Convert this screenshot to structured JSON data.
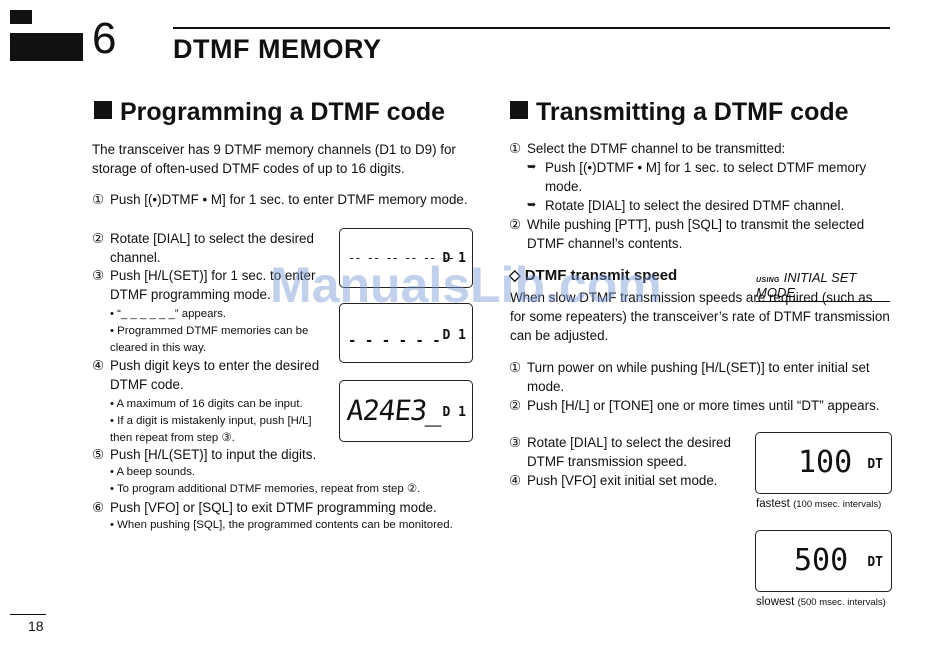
{
  "header": {
    "chapter_number": "6",
    "chapter_title": "DTMF MEMORY"
  },
  "left": {
    "title": "Programming a DTMF code",
    "intro": "The transceiver has 9 DTMF memory channels (D1 to D9) for storage of often-used DTMF codes of up to 16 digits.",
    "steps": [
      {
        "num": "①",
        "text": "Push [(•)DTMF • M] for 1 sec. to enter DTMF memory mode."
      },
      {
        "num": "②",
        "text": "Rotate [DIAL] to select the desired channel."
      },
      {
        "num": "③",
        "text": "Push [H/L(SET)] for 1 sec. to enter DTMF programming mode.",
        "bullets": [
          "“_ _ _ _ _ _” appears.",
          "Programmed DTMF memories can be cleared in this way."
        ]
      },
      {
        "num": "④",
        "text": "Push digit keys to enter the desired DTMF code.",
        "bullets": [
          "A maximum of 16 digits can be input.",
          "If a digit is mistakenly input, push [H/L] then repeat from step ③."
        ]
      },
      {
        "num": "⑤",
        "text": "Push [H/L(SET)] to input the digits.",
        "bullets": [
          "A beep sounds.",
          "To program additional DTMF memories, repeat from step ②."
        ]
      },
      {
        "num": "⑥",
        "text": "Push [VFO] or [SQL] to exit DTMF programming mode.",
        "bullets": [
          "When pushing [SQL], the programmed contents can be monitored."
        ]
      }
    ],
    "lcd1": {
      "main": "-- -- -- -- -- --",
      "tag": "D 1"
    },
    "lcd2": {
      "main": "- - - - - -",
      "tag": "D 1"
    },
    "lcd3": {
      "main": "A24E3_",
      "tag": "D 1"
    }
  },
  "right": {
    "title": "Transmitting a DTMF code",
    "steps": [
      {
        "num": "①",
        "text": "Select the DTMF channel to be transmitted:",
        "subs": [
          "Push [(•)DTMF • M] for 1 sec. to select DTMF memory mode.",
          "Rotate [DIAL] to select the desired DTMF channel."
        ]
      },
      {
        "num": "②",
        "text": "While pushing [PTT], push [SQL] to transmit the selected DTMF channel’s contents."
      }
    ],
    "speed": {
      "title": "◇ DTMF transmit speed",
      "mode_prefix": "USING",
      "mode_label": "INITIAL SET MODE",
      "intro": "When slow DTMF transmission speeds are required (such as for some repeaters) the transceiver’s rate of DTMF transmission can be adjusted.",
      "steps": [
        {
          "num": "①",
          "text": "Turn power on while pushing [H/L(SET)] to enter initial set mode."
        },
        {
          "num": "②",
          "text": "Push [H/L] or [TONE] one or more times until “DT” appears."
        },
        {
          "num": "③",
          "text": "Rotate [DIAL] to select the desired DTMF transmission speed."
        },
        {
          "num": "④",
          "text": "Push [VFO] exit initial set mode."
        }
      ],
      "lcd_fast": {
        "main": "100",
        "tag": "DT",
        "caption": "fastest",
        "caption_note": "(100 msec. intervals)"
      },
      "lcd_slow": {
        "main": "500",
        "tag": "DT",
        "caption": "slowest",
        "caption_note": "(500 msec. intervals)"
      }
    }
  },
  "footer": {
    "page_number": "18"
  },
  "watermark": "ManualsLib.com"
}
